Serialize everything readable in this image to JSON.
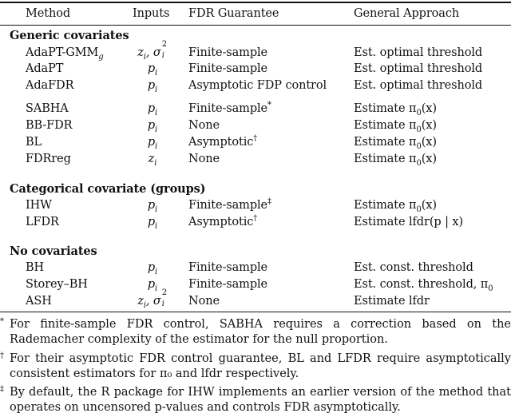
{
  "header": {
    "method": "Method",
    "inputs": "Inputs",
    "fdr": "FDR Guarantee",
    "approach": "General Approach"
  },
  "sections": [
    {
      "title": "Generic covariates",
      "rows": [
        {
          "method": "AdaPT-GMM",
          "method_sub": "g",
          "inputs": "z",
          "inputs_sub": "i",
          "inputs_extra": ", σ",
          "inputs_extra_sup": "2",
          "inputs_extra_sub": "i",
          "fdr": "Finite-sample",
          "fdr_mark": "",
          "approach": "Est. optimal threshold"
        },
        {
          "method": "AdaPT",
          "inputs": "p",
          "inputs_sub": "i",
          "fdr": "Finite-sample",
          "fdr_mark": "",
          "approach": "Est. optimal threshold"
        },
        {
          "method": "AdaFDR",
          "inputs": "p",
          "inputs_sub": "i",
          "fdr": "Asymptotic FDP control",
          "fdr_mark": "",
          "approach": "Est. optimal threshold"
        },
        {
          "method": "SABHA",
          "inputs": "p",
          "inputs_sub": "i",
          "fdr": "Finite-sample",
          "fdr_mark": "*",
          "approach": "Estimate π",
          "approach_sub": "0",
          "approach_tail": "(x)"
        },
        {
          "method": "BB-FDR",
          "inputs": "p",
          "inputs_sub": "i",
          "fdr": "None",
          "fdr_mark": "",
          "approach": "Estimate π",
          "approach_sub": "0",
          "approach_tail": "(x)"
        },
        {
          "method": "BL",
          "inputs": "p",
          "inputs_sub": "i",
          "fdr": "Asymptotic",
          "fdr_mark": "†",
          "approach": "Estimate π",
          "approach_sub": "0",
          "approach_tail": "(x)"
        },
        {
          "method": "FDRreg",
          "inputs": "z",
          "inputs_sub": "i",
          "fdr": "None",
          "fdr_mark": "",
          "approach": "Estimate π",
          "approach_sub": "0",
          "approach_tail": "(x)"
        }
      ]
    },
    {
      "title": "Categorical covariate (groups)",
      "rows": [
        {
          "method": "IHW",
          "inputs": "p",
          "inputs_sub": "i",
          "fdr": "Finite-sample",
          "fdr_mark": "‡",
          "approach": "Estimate π",
          "approach_sub": "0",
          "approach_tail": "(x)"
        },
        {
          "method": "LFDR",
          "inputs": "p",
          "inputs_sub": "i",
          "fdr": "Asymptotic",
          "fdr_mark": "†",
          "approach": "Estimate lfdr(p | x)"
        }
      ]
    },
    {
      "title": "No covariates",
      "rows": [
        {
          "method": "BH",
          "inputs": "p",
          "inputs_sub": "i",
          "fdr": "Finite-sample",
          "fdr_mark": "",
          "approach": "Est. const. threshold"
        },
        {
          "method": "Storey–BH",
          "inputs": "p",
          "inputs_sub": "i",
          "fdr": "Finite-sample",
          "fdr_mark": "",
          "approach": "Est. const. threshold, π",
          "approach_sub": "0"
        },
        {
          "method": "ASH",
          "inputs": "z",
          "inputs_sub": "i",
          "inputs_extra": ", σ",
          "inputs_extra_sup": "2",
          "inputs_extra_sub": "i",
          "fdr": "None",
          "fdr_mark": "",
          "approach": "Estimate lfdr"
        }
      ]
    }
  ],
  "footnotes": [
    {
      "mark": "*",
      "text": "For finite-sample FDR control, SABHA requires a correction based on the Rademacher complexity of the estimator for the null proportion."
    },
    {
      "mark": "†",
      "text": "For their asymptotic FDR control guarantee, BL and LFDR require asymptotically consistent estimators for π₀ and lfdr respectively."
    },
    {
      "mark": "‡",
      "text": "By default, the R package for IHW implements an earlier version of the method that operates on uncensored p-values and controls FDR asymptotically."
    }
  ]
}
